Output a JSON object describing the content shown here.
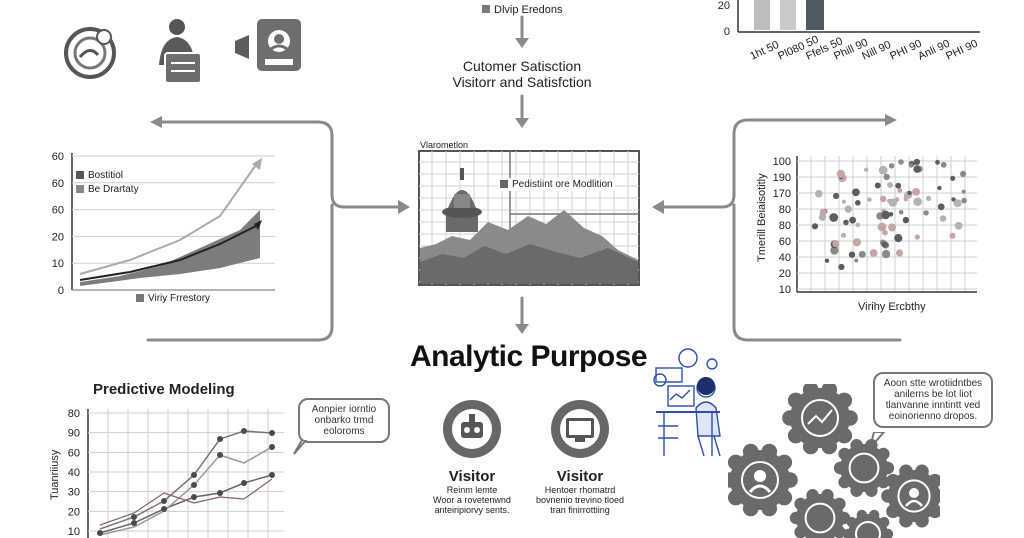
{
  "top_center": {
    "caption": "Dlvip Eredons",
    "flow_title_line1": "Cutomer Satisction",
    "flow_title_line2": "Visitorr and Satisfction"
  },
  "top_right_bar": {
    "y_tick_20": "20",
    "y_tick_0": "0",
    "x_labels": [
      "1ht 50",
      "Pl080 50",
      "Ffels 50",
      "Phill 90",
      "Nill 90",
      "PHI 90",
      "Anli 90",
      "PHI 90"
    ]
  },
  "top_left_icons": [
    "chat-cycle-icon",
    "person-document-icon",
    "megaphone-profile-icon"
  ],
  "left_chart": {
    "legend": [
      "Bostitiol",
      "Be Drartaty"
    ],
    "y_ticks": [
      "60",
      "60",
      "60",
      "20",
      "10",
      "0"
    ],
    "xlabel": "Viriy Frrestory"
  },
  "center_chart": {
    "label": "Vlarometlon",
    "legend": "Pedistiint ore Modlition"
  },
  "right_chart": {
    "ylabel": "Tmerill Beiaisotitly",
    "y_ticks": [
      "100",
      "190",
      "170",
      "80",
      "80",
      "60",
      "40",
      "20",
      "10"
    ],
    "xlabel": "Virihy Ercbthy"
  },
  "main_title": "Analytic Purpose",
  "predictive": {
    "title": "Predictive Modeling",
    "ylabel": "Tuanriiusy",
    "y_ticks": [
      "80",
      "90",
      "60",
      "40",
      "30",
      "20",
      "10"
    ],
    "bubble": [
      "Aonpier iorntio",
      "onbarko trmd",
      "eoloroms"
    ]
  },
  "visitors": [
    {
      "title": "Visitor",
      "desc": [
        "Reinm lemte",
        "Woor a rovetenwnd",
        "anteiripiorvy sents."
      ]
    },
    {
      "title": "Visitor",
      "desc": [
        "Hentoer rhomatrd",
        "bovnenio trevino tloed",
        "tran finirrottiing"
      ]
    }
  ],
  "right_bubble": [
    "Aoon stte wrotiidntbes",
    "anilerns be lot liot",
    "tlanvanne inntintt ved",
    "eoinorienno dropos."
  ],
  "colors": {
    "gray_dark": "#5e5e5e",
    "gray_mid": "#8a8a8a",
    "gray_light": "#bdbdbd",
    "accent_blue": "#2f4fa8"
  }
}
